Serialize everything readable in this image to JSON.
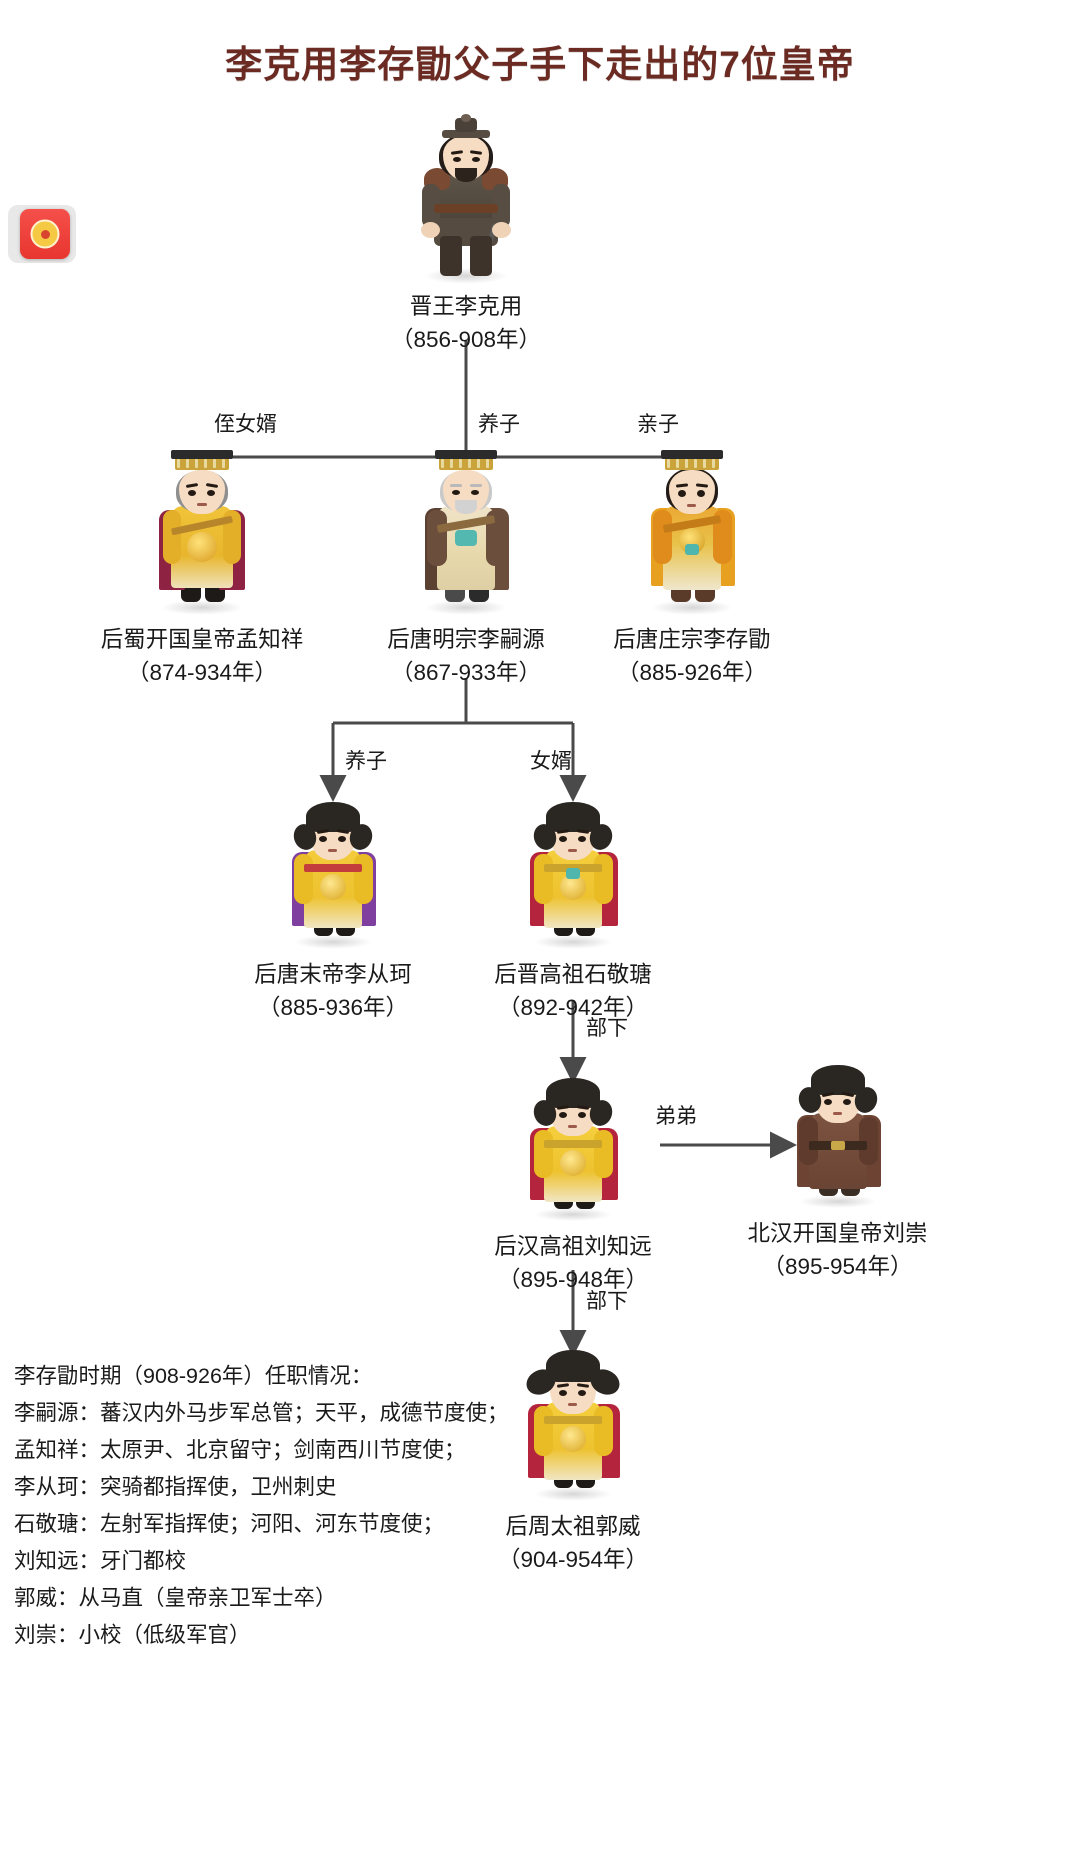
{
  "page": {
    "title": "李克用李存勖父子手下走出的7位皇帝",
    "title_color": "#6b2b22",
    "background": "#ffffff"
  },
  "badge": {
    "name": "red-packet-badge",
    "icon": "coin-icon"
  },
  "nodes": {
    "likeyong": {
      "name": "晋王李克用",
      "dates": "（856-908年）",
      "figure": "warrior-brown-armor"
    },
    "mengzhixiang": {
      "name": "后蜀开国皇帝孟知祥",
      "dates": "（874-934年）",
      "figure": "emperor-yellow-robe-crown"
    },
    "lisiyuan": {
      "name": "后唐明宗李嗣源",
      "dates": "（867-933年）",
      "figure": "elder-emperor-brown-robe-crown"
    },
    "licunxu": {
      "name": "后唐庄宗李存勖",
      "dates": "（885-926年）",
      "figure": "young-emperor-orange-robe-crown"
    },
    "licongke": {
      "name": "后唐末帝李从珂",
      "dates": "（885-936年）",
      "figure": "emperor-yellow-robe-futou-purple-cape"
    },
    "shijingtang": {
      "name": "后晋高祖石敬瑭",
      "dates": "（892-942年）",
      "figure": "emperor-yellow-robe-futou-red-cape"
    },
    "liuzhiyuan": {
      "name": "后汉高祖刘知远",
      "dates": "（895-948年）",
      "figure": "emperor-yellow-robe-futou-red-cape"
    },
    "liuchong": {
      "name": "北汉开国皇帝刘崇",
      "dates": "（895-954年）",
      "figure": "officer-brown-robe-futou"
    },
    "guowei": {
      "name": "后周太祖郭威",
      "dates": "（904-954年）",
      "figure": "emperor-yellow-robe-futou-red-cape"
    }
  },
  "edges": [
    {
      "id": "e1",
      "label": "侄女婿",
      "from": "likeyong",
      "to": "mengzhixiang"
    },
    {
      "id": "e2",
      "label": "养子",
      "from": "likeyong",
      "to": "lisiyuan"
    },
    {
      "id": "e3",
      "label": "亲子",
      "from": "likeyong",
      "to": "licunxu"
    },
    {
      "id": "e4",
      "label": "养子",
      "from": "lisiyuan",
      "to": "licongke"
    },
    {
      "id": "e5",
      "label": "女婿",
      "from": "lisiyuan",
      "to": "shijingtang"
    },
    {
      "id": "e6",
      "label": "部下",
      "from": "shijingtang",
      "to": "liuzhiyuan"
    },
    {
      "id": "e7",
      "label": "弟弟",
      "from": "liuzhiyuan",
      "to": "liuchong"
    },
    {
      "id": "e8",
      "label": "部下",
      "from": "liuzhiyuan",
      "to": "guowei"
    }
  ],
  "note": {
    "heading": "李存勖时期（908-926年）任职情况：",
    "lines": [
      "李嗣源：蕃汉内外马步军总管；天平，成德节度使；",
      "孟知祥：太原尹、北京留守；剑南西川节度使；",
      "李从珂：突骑都指挥使，卫州刺史",
      "石敬瑭：左射军指挥使；河阳、河东节度使；",
      "刘知远：牙门都校",
      "郭威：从马直（皇帝亲卫军士卒）",
      "刘崇：小校（低级军官）"
    ]
  }
}
